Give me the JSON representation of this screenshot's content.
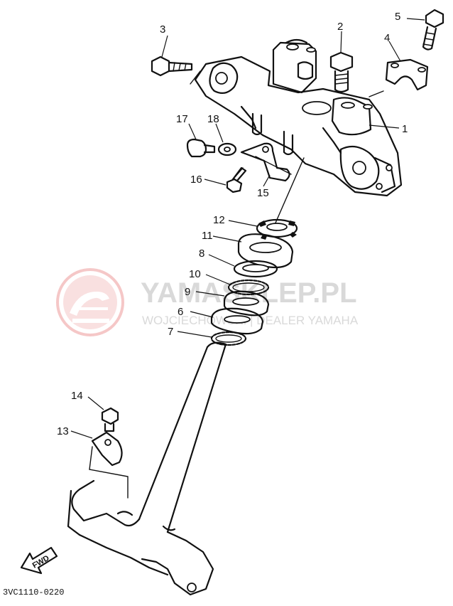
{
  "watermark": {
    "brand": "YAMASKLEP.PL",
    "subtitle": "WOJCIECHOWSKI | DEALER YAMAHA",
    "logo_color": "#f2b5b5",
    "text_color": "#d9d9d9"
  },
  "parts": [
    {
      "number": "1"
    },
    {
      "number": "2"
    },
    {
      "number": "3"
    },
    {
      "number": "4"
    },
    {
      "number": "5"
    },
    {
      "number": "6"
    },
    {
      "number": "7"
    },
    {
      "number": "8"
    },
    {
      "number": "9"
    },
    {
      "number": "10"
    },
    {
      "number": "11"
    },
    {
      "number": "12"
    },
    {
      "number": "13"
    },
    {
      "number": "14"
    },
    {
      "number": "15"
    },
    {
      "number": "16"
    },
    {
      "number": "17"
    },
    {
      "number": "18"
    }
  ],
  "direction_label": "FWD",
  "drawing_code": "3VC1110-0220"
}
